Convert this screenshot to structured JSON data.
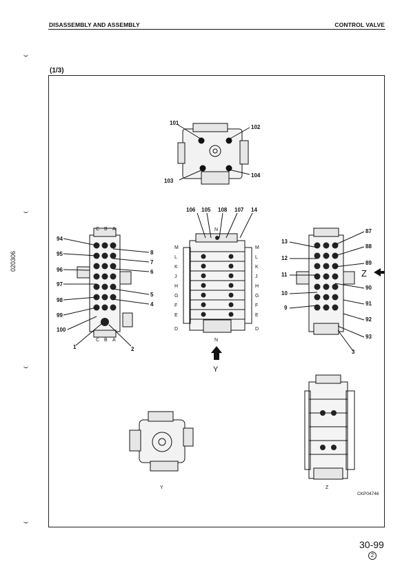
{
  "header": {
    "left": "DISASSEMBLY AND ASSEMBLY",
    "right": "CONTROL VALVE"
  },
  "side_code": "020306",
  "section_label": "(1/3)",
  "figure": {
    "top_callouts": [
      "101",
      "102",
      "103",
      "104"
    ],
    "left_callouts_left": [
      "94",
      "95",
      "96",
      "97",
      "98",
      "99",
      "100",
      "1"
    ],
    "left_callouts_right": [
      "8",
      "7",
      "6",
      "5",
      "4",
      "2"
    ],
    "left_port_letters": [
      "C",
      "B",
      "A"
    ],
    "center_top_callouts": [
      "106",
      "105",
      "108",
      "107",
      "14"
    ],
    "center_rows": [
      "M",
      "L",
      "K",
      "J",
      "H",
      "G",
      "F",
      "E",
      "D"
    ],
    "center_port": "N",
    "right_callouts_left": [
      "13",
      "12",
      "11",
      "10",
      "9"
    ],
    "right_callouts_right": [
      "87",
      "88",
      "89",
      "90",
      "91",
      "92",
      "93",
      "3"
    ],
    "view_arrow_right": "Z",
    "view_arrow_bottom": "Y",
    "view_label_y": "Y",
    "view_label_z": "Z",
    "drawing_code": "CKP04746"
  },
  "footer": {
    "page_number": "30-99",
    "revision": "2"
  }
}
